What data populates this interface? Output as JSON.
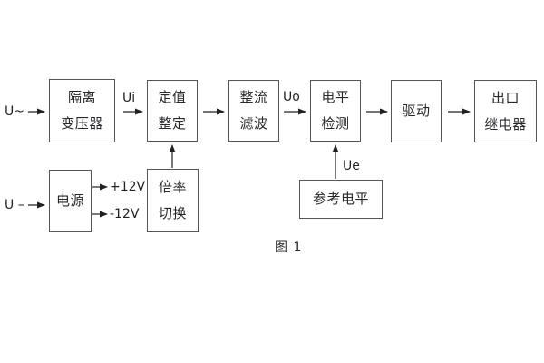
{
  "diagram": {
    "caption": "图 1",
    "colors": {
      "background": "#ffffff",
      "line": "#565656",
      "text": "#26282c"
    },
    "inputs": {
      "ac": "U~",
      "dc": "U –"
    },
    "signals": {
      "ui": "Ui",
      "uo": "Uo",
      "ue": "Ue"
    },
    "rails": {
      "pos": "+12V",
      "neg": "-12V"
    },
    "blocks": {
      "isolation_transformer": {
        "line1": "隔离",
        "line2": "变压器"
      },
      "setting_adjust": {
        "line1": "定值",
        "line2": "整定"
      },
      "rectifier_filter": {
        "line1": "整流",
        "line2": "滤波"
      },
      "level_detect": {
        "line1": "电平",
        "line2": "检测"
      },
      "driver": {
        "line1": "驱动"
      },
      "output_relay": {
        "line1": "出口",
        "line2": "继电器"
      },
      "power_supply": {
        "line1": "电源"
      },
      "ratio_switch": {
        "line1": "倍率",
        "line2": "切换"
      },
      "reference_level": {
        "line1": "参考电平"
      }
    }
  }
}
